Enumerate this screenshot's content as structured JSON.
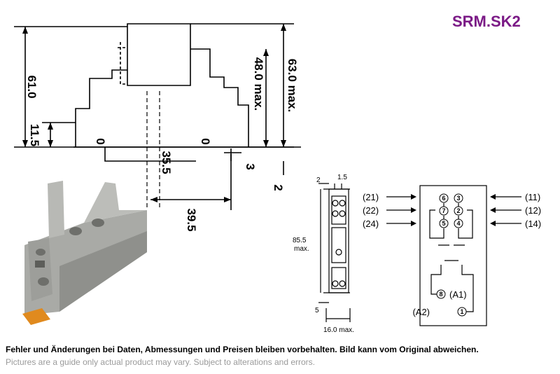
{
  "product_code": "SRM.SK2",
  "side_view": {
    "dim_height_total": "61.0",
    "dim_height_base": "11.5",
    "dim_relay_height": "48.0 max.",
    "dim_overall_height": "63.0 max.",
    "dim_inner_width": "35.5",
    "dim_outer_width": "39.5",
    "dim_rail_offset": "3",
    "dim_bottom_offset": "2",
    "dim_zero_left": "0",
    "dim_zero_right": "0"
  },
  "top_view": {
    "dim_top_small": "1.5",
    "dim_top_left": "2",
    "dim_height": "85.5",
    "dim_height_suffix": "max.",
    "dim_bottom_left": "5",
    "dim_width": "16.0 max."
  },
  "wiring": {
    "left_terminals": [
      "(21)",
      "(22)",
      "(24)"
    ],
    "right_terminals": [
      "(11)",
      "(12)",
      "(14)"
    ],
    "pin_rows": [
      [
        "6",
        "3"
      ],
      [
        "7",
        "2"
      ],
      [
        "5",
        "4"
      ]
    ],
    "coil_pins": [
      {
        "pin": "8",
        "label": "(A1)"
      },
      {
        "pin": "1",
        "label": "(A2)"
      }
    ]
  },
  "notices": {
    "german": "Fehler und Änderungen bei Daten, Abmessungen und Preisen bleiben vorbehalten. Bild kann vom Original abweichen.",
    "english": "Pictures are a guide only actual product may vary. Subject to alterations and errors."
  },
  "colors": {
    "title": "#7b1a86",
    "socket_body": "#a9aaa6",
    "socket_dark": "#6e6f6b",
    "clip_orange": "#e08a1e"
  }
}
